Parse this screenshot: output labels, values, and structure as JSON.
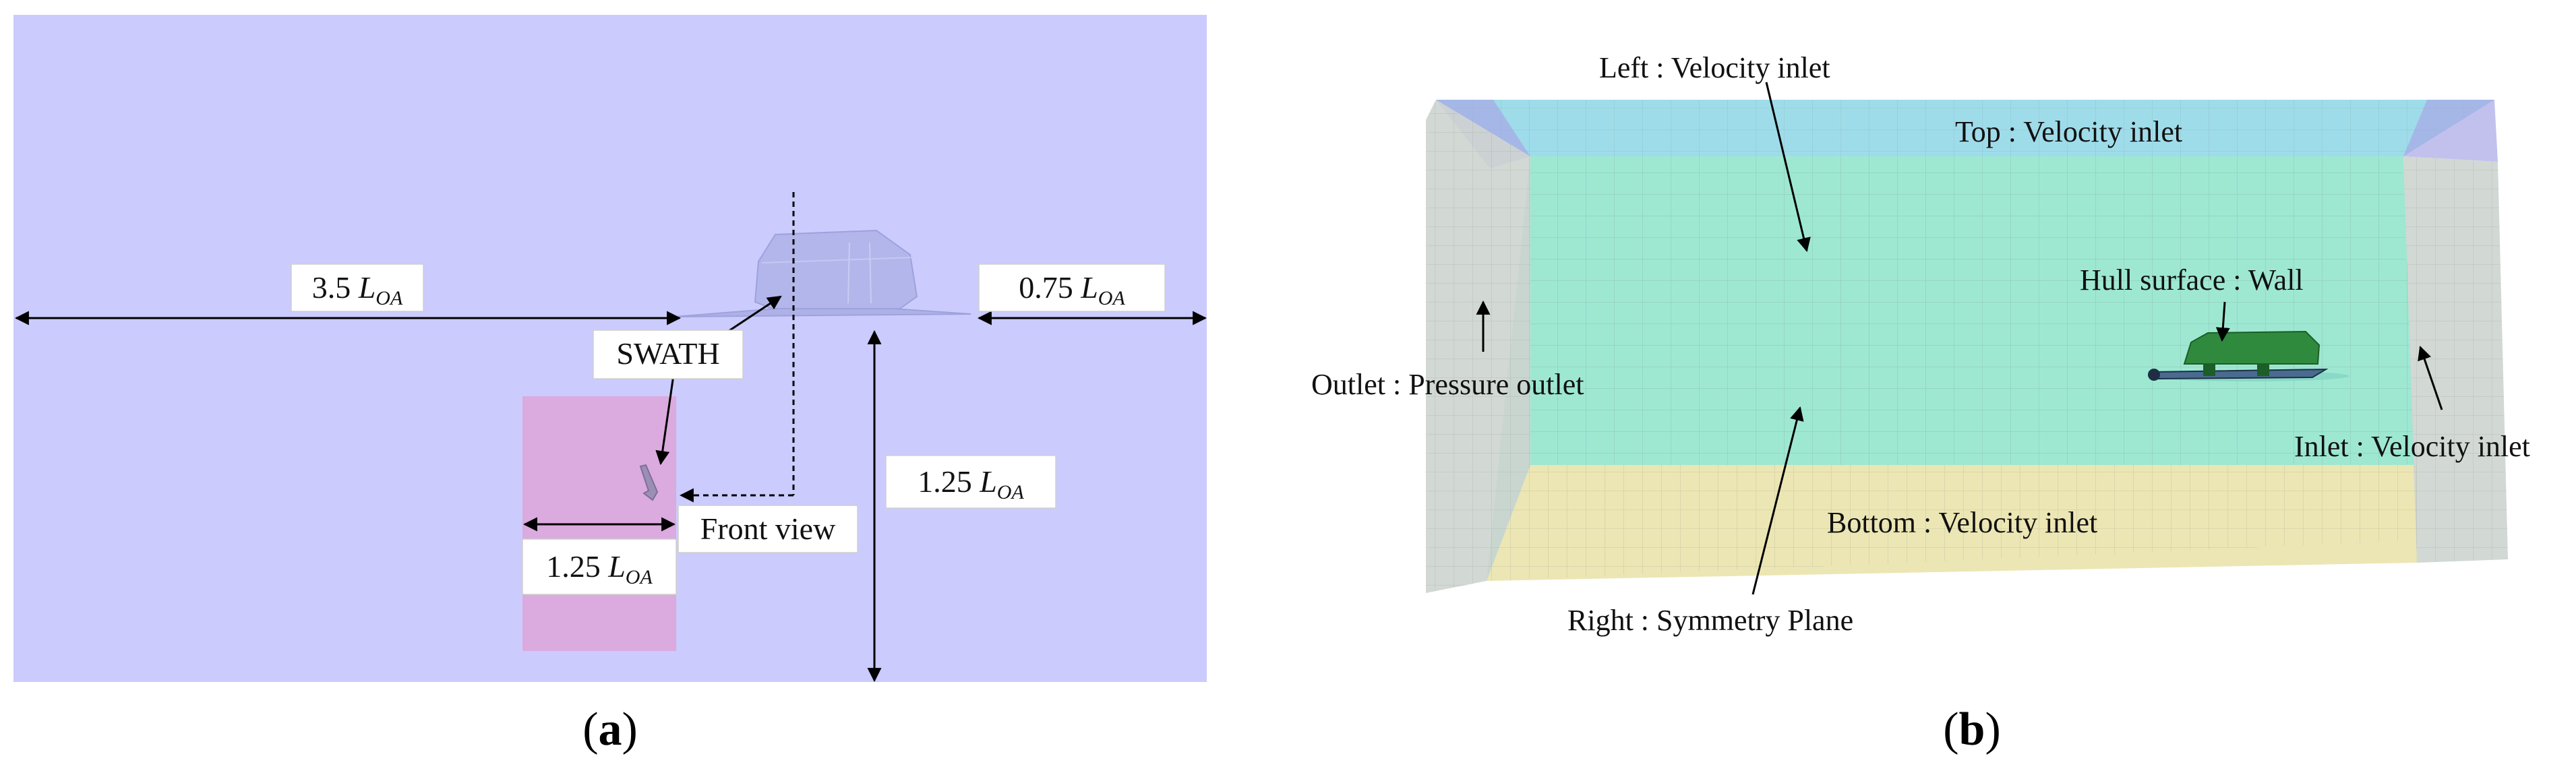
{
  "panel_a": {
    "caption_open": "(",
    "caption_letter": "a",
    "caption_close": ")",
    "dim_left": {
      "value": "3.5 ",
      "var": "L",
      "sub": "OA"
    },
    "dim_right": {
      "value": "0.75 ",
      "var": "L",
      "sub": "OA"
    },
    "dim_vertical": {
      "value": "1.25 ",
      "var": "L",
      "sub": "OA"
    },
    "dim_front_width": {
      "value": "1.25 ",
      "var": "L",
      "sub": "OA"
    },
    "label_swath": "SWATH",
    "label_front_view": "Front view",
    "colors": {
      "domain": "#cbcbfd",
      "front_view": "#dba8dc",
      "hull": "#b0b3e8"
    }
  },
  "panel_b": {
    "caption_open": "(",
    "caption_letter": "b",
    "caption_close": ")",
    "labels": {
      "left": "Left : Velocity inlet",
      "top": "Top : Velocity inlet",
      "hull": "Hull surface : Wall",
      "outlet": "Outlet : Pressure outlet",
      "inlet": "Inlet : Velocity inlet",
      "bottom": "Bottom : Velocity inlet",
      "right": "Right : Symmetry Plane"
    },
    "colors": {
      "top_face": "#9fdcea",
      "back_face": "#9ee8d2",
      "bottom_face": "#ece6b4",
      "side_face": "#cdd4cf",
      "hull": "#2f8a3e"
    }
  }
}
